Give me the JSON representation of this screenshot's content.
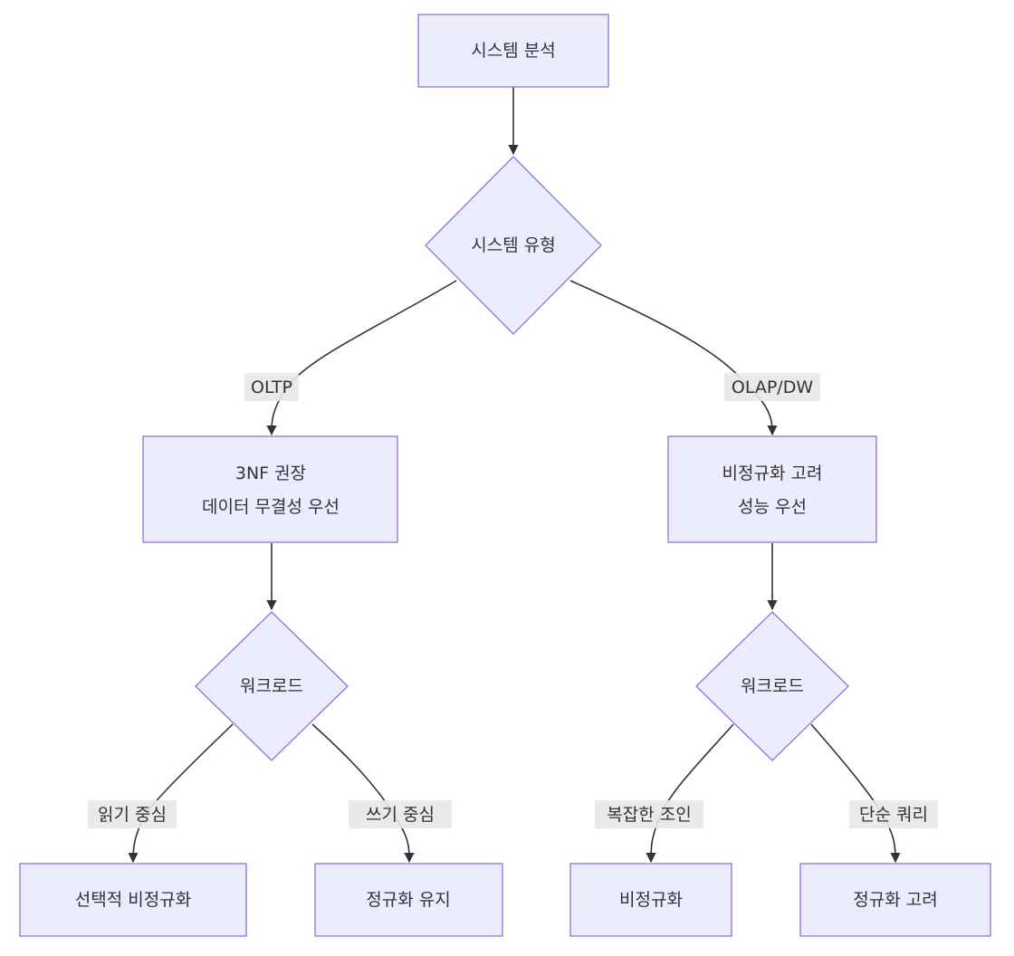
{
  "nodes": {
    "analysis": "시스템 분석",
    "system_type": "시스템 유형",
    "oltp_rec_line1": "3NF 권장",
    "oltp_rec_line2": "데이터 무결성 우선",
    "olap_rec_line1": "비정규화 고려",
    "olap_rec_line2": "성능 우선",
    "oltp_workload": "워크로드",
    "olap_workload": "워크로드",
    "selective_denorm": "선택적 비정규화",
    "keep_normalized": "정규화 유지",
    "denormalize": "비정규화",
    "consider_normalize": "정규화 고려"
  },
  "edge_labels": {
    "oltp": "OLTP",
    "olap": "OLAP/DW",
    "read_heavy": "읽기 중심",
    "write_heavy": "쓰기 중심",
    "complex_join": "복잡한 조인",
    "simple_query": "단순 쿼리"
  },
  "colors": {
    "node_fill": "#ECECFF",
    "node_stroke": "#9370DB",
    "edge": "#333333",
    "label_bg": "#e8e8e8",
    "text": "#333333"
  }
}
